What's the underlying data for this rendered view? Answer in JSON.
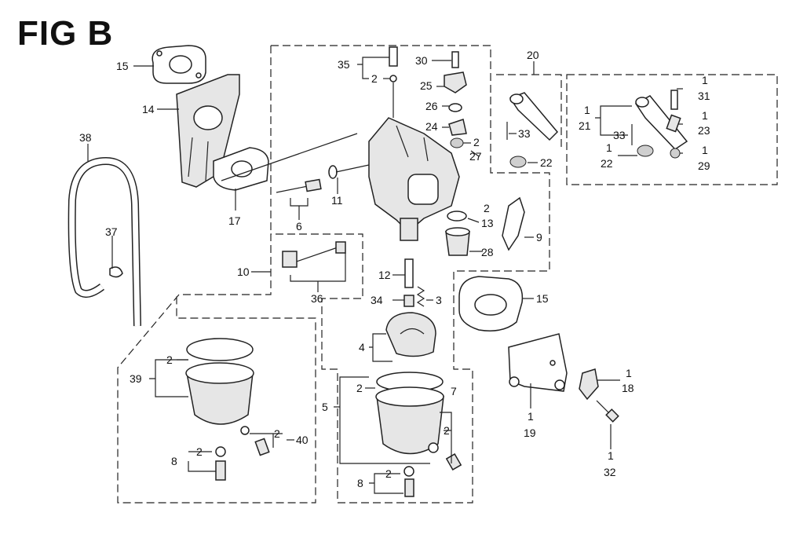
{
  "title": "FIG B",
  "callouts": {
    "c1_lbl": "1",
    "c1_val": "31",
    "c2_lbl": "1",
    "c2_val": "23",
    "c3_lbl": "1",
    "c3_val": "29",
    "c4_lbl": "1",
    "c4_val": "21",
    "c5_lbl": "1",
    "c5_val": "22",
    "c6_lbl": "1",
    "c6_val": "18",
    "c7_lbl": "1",
    "c7_val": "19",
    "c8_lbl": "1",
    "c8_val": "32"
  },
  "labels": {
    "p38": "38",
    "p37": "37",
    "p15a": "15",
    "p14": "14",
    "p17": "17",
    "p35": "35",
    "q2a": "2",
    "p30": "30",
    "p25": "25",
    "p26": "26",
    "p24": "24",
    "q2b": "2",
    "p27": "27",
    "p20": "20",
    "p33a": "33",
    "p22a": "22",
    "p33b": "33",
    "p6": "6",
    "p11": "11",
    "q2c": "2",
    "p13": "13",
    "p28": "28",
    "p9": "9",
    "p10": "10",
    "p36": "36",
    "p12": "12",
    "p34": "34",
    "p3": "3",
    "p15b": "15",
    "p4": "4",
    "p39": "39",
    "q2d": "2",
    "q2e": "2",
    "p40": "40",
    "p8a": "8",
    "q2f": "2",
    "p5": "5",
    "q2g": "2",
    "p7": "7",
    "q2h": "2",
    "p8b": "8",
    "q2i": "2"
  }
}
